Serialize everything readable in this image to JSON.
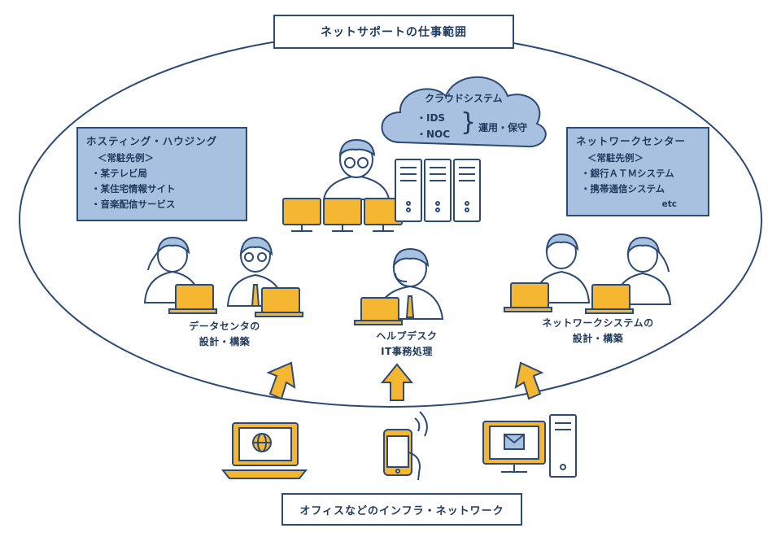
{
  "title": "ネットサポートの仕事範囲",
  "bottom_label": "オフィスなどのインフラ・ネットワーク",
  "cloud": {
    "title": "クラウドシステム",
    "items": [
      "・IDS",
      "・NOC"
    ],
    "note": "運用・保守"
  },
  "left_panel": {
    "title": "ホスティング・ハウジング",
    "subtitle": "＜常駐先例＞",
    "items": [
      "・某テレビ局",
      "・某住宅情報サイト",
      "・音楽配信サービス"
    ]
  },
  "right_panel": {
    "title": "ネットワークセンター",
    "subtitle": "＜常駐先例＞",
    "items": [
      "・銀行ＡＴＭシステム",
      "・携帯通信システム"
    ],
    "etc": "etc"
  },
  "captions": {
    "left": [
      "データセンタの",
      "設計・構築"
    ],
    "center": [
      "ヘルプデスク",
      "IT事務処理"
    ],
    "right": [
      "ネットワークシステムの",
      "設計・構築"
    ]
  },
  "colors": {
    "navy": "#2b4a75",
    "yellow": "#f5b731",
    "light_blue": "#a8c1e0",
    "skin": "#ffffff"
  }
}
